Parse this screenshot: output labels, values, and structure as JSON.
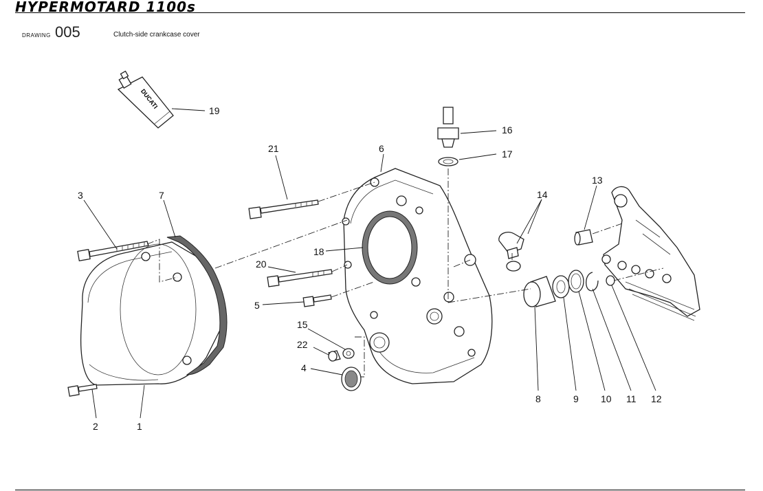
{
  "header": {
    "model_title": "HYPERMOTARD 1100s",
    "drawing_label": "DRAWING",
    "drawing_number": "005",
    "drawing_description": "Clutch-side crankcase cover"
  },
  "parts": {
    "tube_brand": "DUCATI",
    "callouts": [
      "19",
      "16",
      "21",
      "6",
      "17",
      "3",
      "7",
      "13",
      "14",
      "18",
      "20",
      "5",
      "15",
      "22",
      "4",
      "8",
      "9",
      "10",
      "11",
      "12",
      "2",
      "1"
    ]
  }
}
